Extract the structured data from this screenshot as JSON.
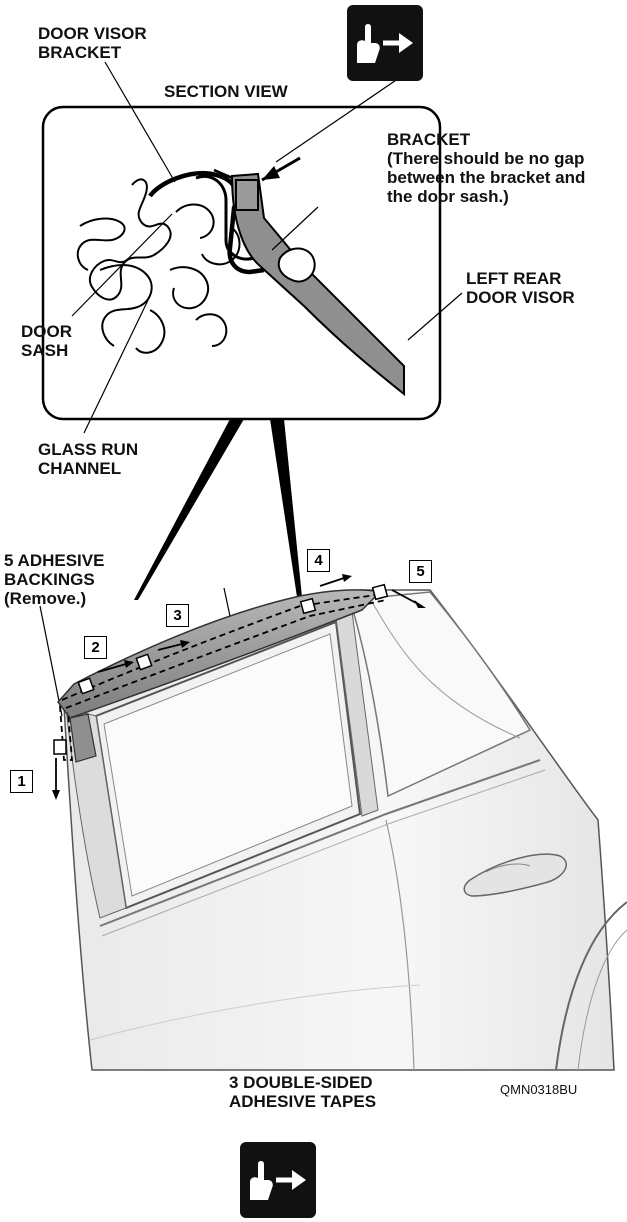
{
  "labels": {
    "door_visor_bracket": [
      "DOOR VISOR",
      "BRACKET"
    ],
    "section_view": "SECTION VIEW",
    "bracket": [
      "BRACKET",
      "(There should be no gap",
      "between the bracket and",
      "the door sash.)"
    ],
    "left_rear_door_visor": [
      "LEFT REAR",
      "DOOR VISOR"
    ],
    "door_sash": [
      "DOOR",
      "SASH"
    ],
    "glass_run_channel": [
      "GLASS RUN",
      "CHANNEL"
    ],
    "adhesive_backings": [
      "5 ADHESIVE",
      "BACKINGS",
      "(Remove.)"
    ],
    "double_sided_tapes": [
      "3 DOUBLE-SIDED",
      "ADHESIVE TAPES"
    ]
  },
  "steps": [
    "1",
    "2",
    "3",
    "4",
    "5"
  ],
  "figure_code": "QMN0318BU",
  "icons": {
    "top": "pull-arrow-icon",
    "bottom": "pull-arrow-icon"
  },
  "colors": {
    "visor": "#8f8f8f",
    "line": "#000000",
    "car_body": "#f3f3f3",
    "icon_bg": "#111111"
  }
}
